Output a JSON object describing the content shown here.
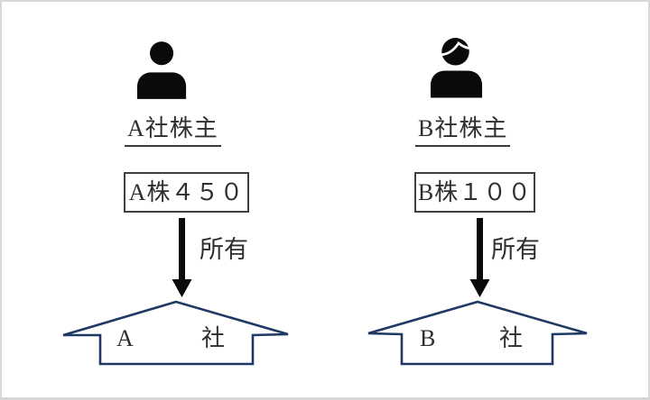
{
  "colors": {
    "navy": "#1F3864",
    "black": "#0a0a0a",
    "text": "#2e2e2e",
    "frame_border": "#d7d7d7",
    "box_border": "#3f3f3f"
  },
  "left": {
    "icon": "person-icon",
    "shareholder_label": "A社株主",
    "shares_box_label": "A株４５０",
    "ownership_label": "所有",
    "company_letter": "A",
    "company_suffix": "社"
  },
  "right": {
    "icon": "person-with-hair-icon",
    "shareholder_label": "B社株主",
    "shares_box_label": "B株１００",
    "ownership_label": "所有",
    "company_letter": "B",
    "company_suffix": "社"
  }
}
